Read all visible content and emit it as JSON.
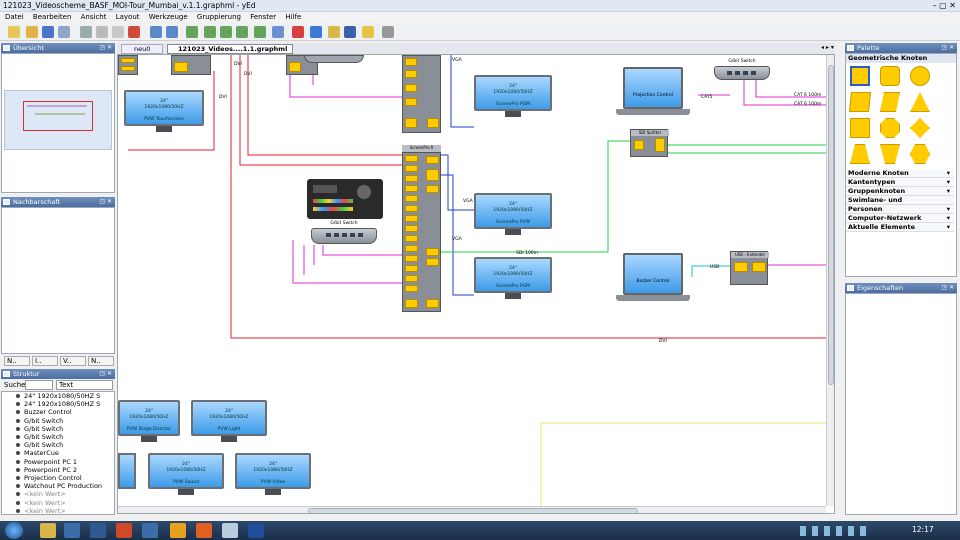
{
  "window": {
    "title": "121023_Videoscheme_BASF_MOI-Tour_Mumbai_v.1.1.graphml - yEd"
  },
  "menu": [
    "Datei",
    "Bearbeiten",
    "Ansicht",
    "Layout",
    "Werkzeuge",
    "Gruppierung",
    "Fenster",
    "Hilfe"
  ],
  "panels": {
    "overview": {
      "title": "Übersicht"
    },
    "neighborhood": {
      "title": "Nachbarschaft",
      "tabs": [
        "N..",
        "I..",
        "V..",
        "N.."
      ]
    },
    "structure": {
      "title": "Struktur",
      "search_label": "Suche",
      "search_value": "",
      "filter": "Text",
      "items": [
        "24\"  1920x1080/50HZ  S",
        "24\"  1920x1080/50HZ  S",
        "Buzzer Control",
        "G/bit Switch",
        "G/bit Switch",
        "G/bit Switch",
        "G/bit Switch",
        "MasterCue",
        "Powerpoint PC 1",
        "Powerpoint PC 2",
        "Projection Control",
        "Watchout PC Production",
        "<kein Wert>",
        "<kein Wert>",
        "<kein Wert>"
      ]
    },
    "palette": {
      "title": "Palette",
      "section": "Geometrische Knoten",
      "categories": [
        "Moderne Knoten",
        "Kantentypen",
        "Gruppenknoten",
        "Swimlane- und Tabellenknot...",
        "Personen",
        "Computer-Netzwerk",
        "Aktuelle Elemente"
      ]
    },
    "properties": {
      "title": "Eigenschaften"
    }
  },
  "tabs": [
    {
      "label": "neu0"
    },
    {
      "label": "121023_Videos....1.1.graphml *"
    }
  ],
  "diagram": {
    "monitors": [
      {
        "l1": "24\"",
        "l2": "1920x1080/50HZ",
        "name": "PVW Touchscreen"
      },
      {
        "l1": "24\"",
        "l2": "1920x1080/50HZ",
        "name": "ScreenPro PGM"
      },
      {
        "l1": "24\"",
        "l2": "1920x1080/50HZ",
        "name": "ScreenPro PVW"
      },
      {
        "l1": "24\"",
        "l2": "1920x1080/50HZ",
        "name": "ScreenPro PGM"
      },
      {
        "l1": "24\"",
        "l2": "1920x1080/50HZ",
        "name": "PVW Stage Director"
      },
      {
        "l1": "24\"",
        "l2": "1920x1080/50HZ",
        "name": "PVW Light"
      },
      {
        "l1": "24\"",
        "l2": "1920x1080/50HZ",
        "name": "PVW Sound"
      },
      {
        "l1": "24\"",
        "l2": "1920x1080/50HZ",
        "name": "PVW Video"
      }
    ],
    "switches": [
      "G/bit Switch",
      "G/bit Switch"
    ],
    "laptops": [
      "Projection Control",
      "Buzzer Control"
    ],
    "devices": {
      "screenpro": "ScreenPro II",
      "sdi_splitter": "SDI Splitter",
      "usb_extender": "USB - Extender"
    },
    "edge_labels": {
      "dvi1": "DVI",
      "dvi2": "DVI",
      "dvi3": "DVI",
      "vga1": "VGA",
      "vga2": "VGA",
      "vga3": "VGA",
      "cat5": "CAT5",
      "cat6a": "CAT 6 100m",
      "cat6b": "CAT 6 100m",
      "sdi": "SDI 100m",
      "usb": "USB",
      "dvi_bottom": "DVI"
    }
  },
  "clock": "12:17"
}
